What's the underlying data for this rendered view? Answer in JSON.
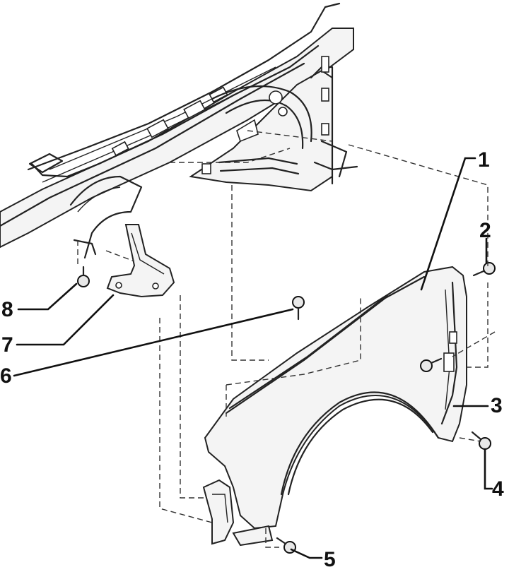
{
  "callouts": [
    {
      "number": "1",
      "part": "fender"
    },
    {
      "number": "2",
      "part": "upper-rear-bolt"
    },
    {
      "number": "3",
      "part": "fender-rear-edge"
    },
    {
      "number": "4",
      "part": "lower-rear-bolt"
    },
    {
      "number": "5",
      "part": "lower-front-bolt"
    },
    {
      "number": "6",
      "part": "top-edge-bolt"
    },
    {
      "number": "7",
      "part": "front-bracket"
    },
    {
      "number": "8",
      "part": "bracket-bolt"
    }
  ]
}
